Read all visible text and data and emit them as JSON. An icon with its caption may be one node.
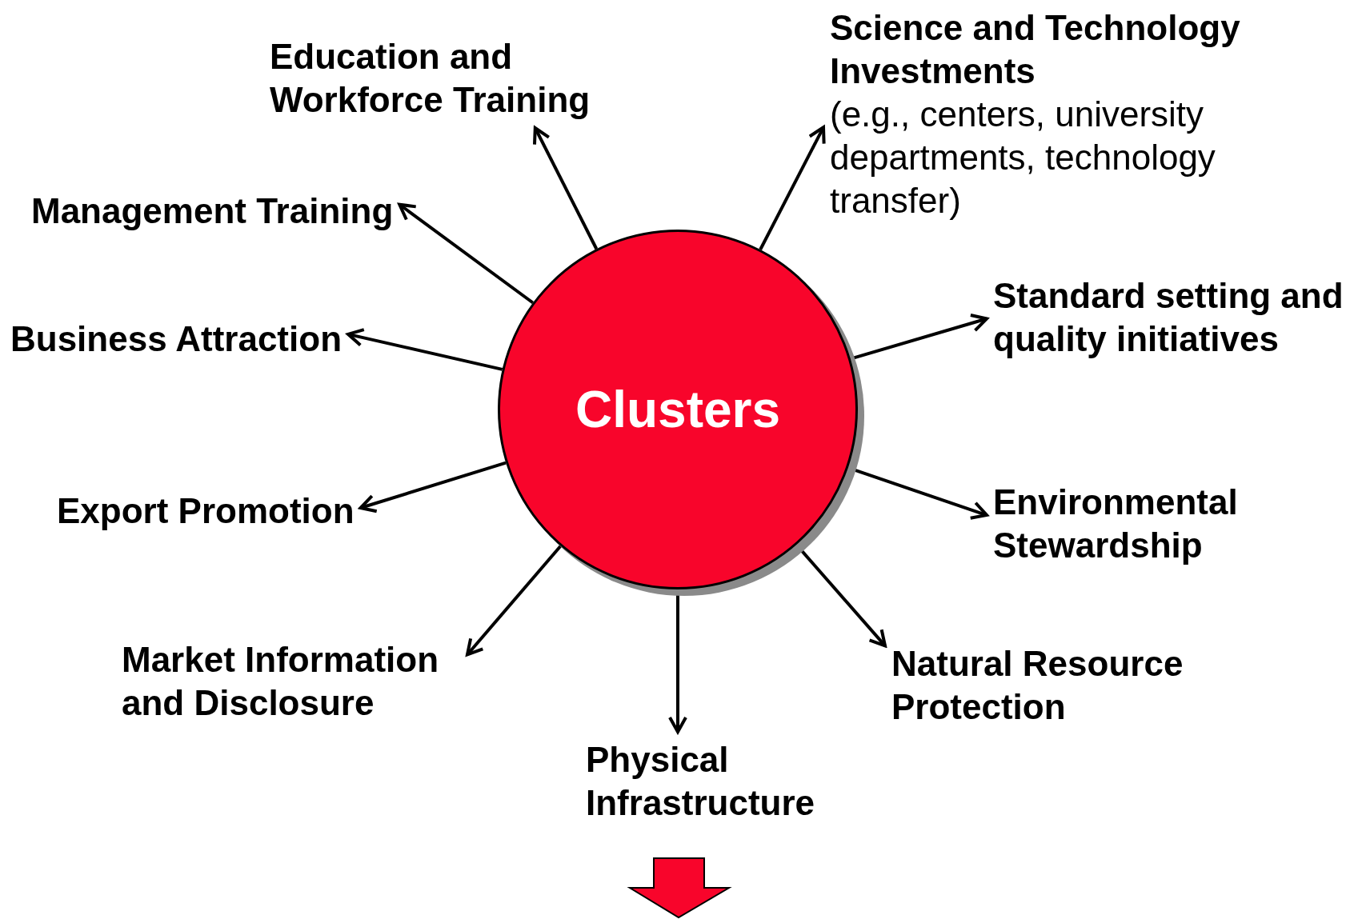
{
  "diagram": {
    "nodes": [
      {
        "text": [
          "Clusters"
        ]
      },
      {
        "text": [
          "Education and Workforce Training"
        ]
      },
      {
        "text": [
          "Science and Technology Investments",
          "(e.g., centers, university departments, technology transfer)"
        ]
      },
      {
        "text": [
          "Management Training"
        ]
      },
      {
        "text": [
          "Standard setting and quality initiatives"
        ]
      },
      {
        "text": [
          "Business Attraction"
        ]
      },
      {
        "text": [
          "Export Promotion"
        ]
      },
      {
        "text": [
          "Environmental Stewardship"
        ]
      },
      {
        "text": [
          "Market Information and Disclosure"
        ]
      },
      {
        "text": [
          "Natural Resource Protection"
        ]
      },
      {
        "text": [
          "Physical Infrastructure"
        ]
      }
    ],
    "edges": [
      {
        "from": 0,
        "to": 1,
        "arrow": "to"
      },
      {
        "from": 0,
        "to": 2,
        "arrow": "to"
      },
      {
        "from": 0,
        "to": 3,
        "arrow": "to"
      },
      {
        "from": 0,
        "to": 4,
        "arrow": "to"
      },
      {
        "from": 0,
        "to": 5,
        "arrow": "to"
      },
      {
        "from": 0,
        "to": 6,
        "arrow": "to"
      },
      {
        "from": 0,
        "to": 7,
        "arrow": "to"
      },
      {
        "from": 0,
        "to": 8,
        "arrow": "to"
      },
      {
        "from": 0,
        "to": 9,
        "arrow": "to"
      },
      {
        "from": 0,
        "to": 10,
        "arrow": "to"
      }
    ]
  }
}
